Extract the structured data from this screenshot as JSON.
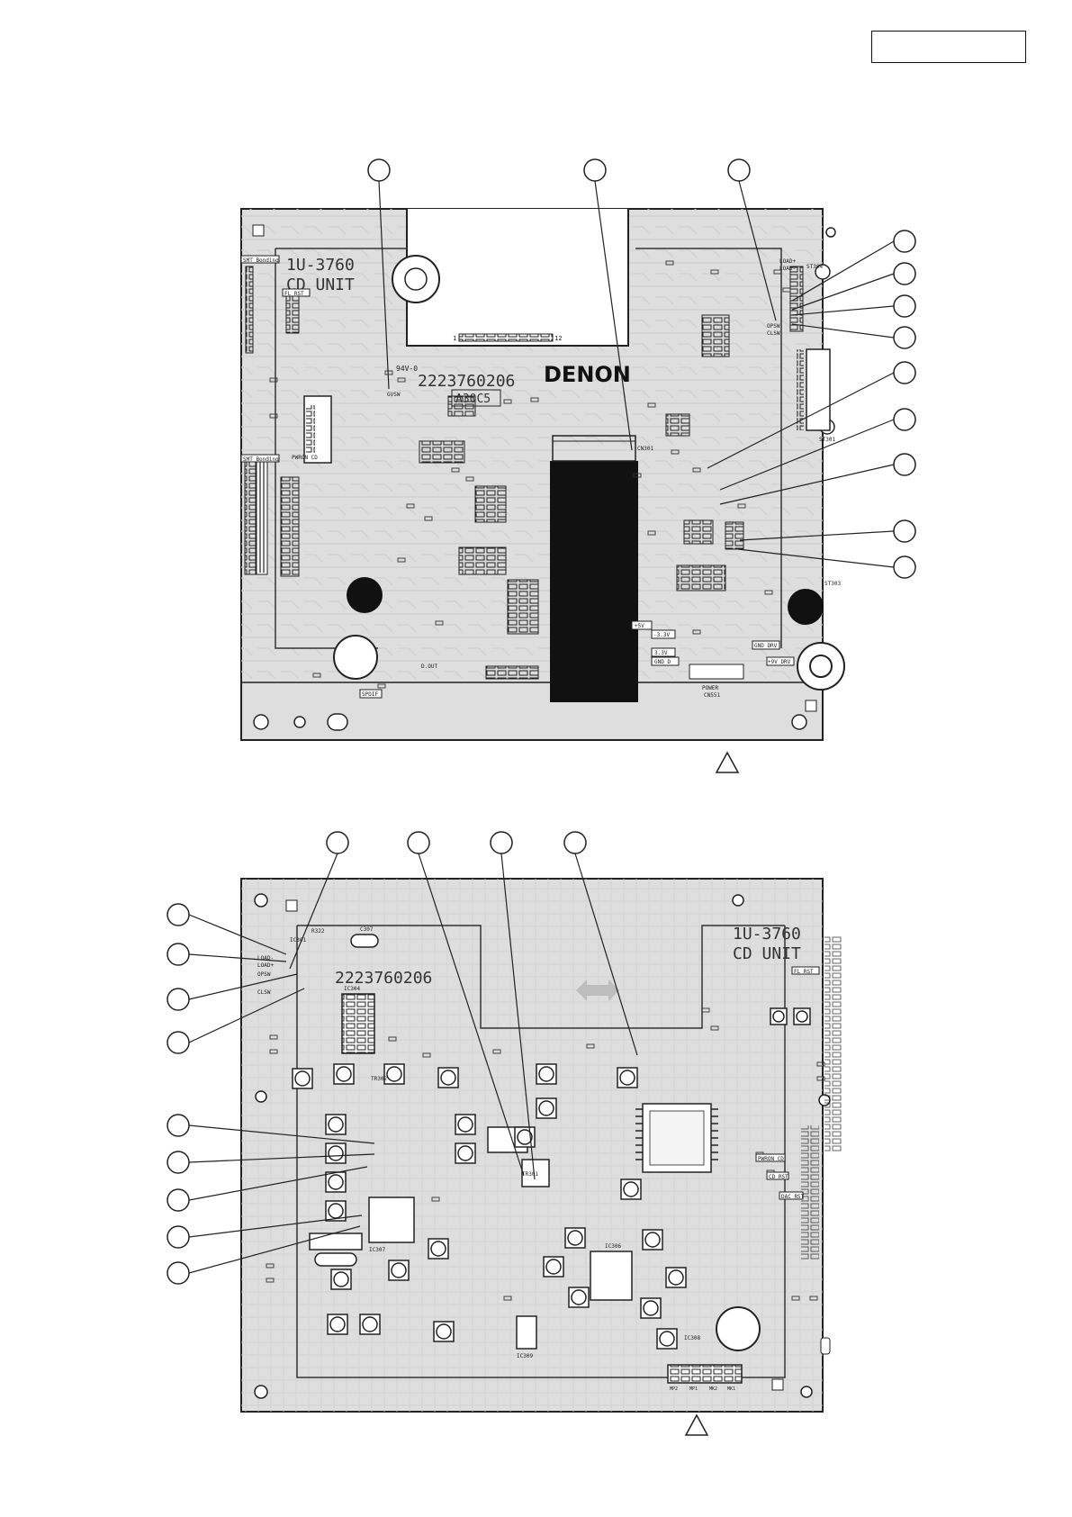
{
  "board_top": {
    "model": "1U-3760",
    "unit": "CD UNIT",
    "part_number": "2223760206",
    "rev": "A30C5",
    "brand": "DENON",
    "labels": {
      "smt_bonding_1": "SMT Bonding",
      "smt_bonding_2": "SMT Bonding",
      "fl_rst": "FL RST",
      "pwron_cd": "PWRON CD",
      "conn_start": "1",
      "conn_end": "12",
      "ul_mark": "94V-0",
      "plus5v": "+5V",
      "minus3v": "-3.3V",
      "plus3v": "3.3V",
      "gnd_d": "GND D",
      "gnd_drv": "GND DRV",
      "plus9v_drv": "+9V DRV",
      "spdif": "SPDIF",
      "d_out": "D.OUT",
      "power": "POWER",
      "cn551": "CN551",
      "cn301": "CN301",
      "st303": "ST303",
      "st301": "ST301",
      "st304": "ST304",
      "load_p": "LOAD+",
      "load_m": "LOAD-",
      "opsw": "OPSW",
      "clsw": "CLSW",
      "gvsw": "GVSW"
    }
  },
  "board_bottom": {
    "model": "1U-3760",
    "unit": "CD UNIT",
    "part_number": "2223760206",
    "labels": {
      "fl_rst": "FL RST",
      "pwron_cd": "PWRON CD",
      "cd_rst": "CD RST",
      "dac_rst": "DAC RST",
      "ic301": "IC301",
      "ic304": "IC304",
      "ic306": "IC306",
      "ic307": "IC307",
      "ic308": "IC308",
      "ic309": "IC309",
      "tr301": "TR301",
      "tr302": "TR302",
      "clk_mp2": "MP2",
      "clk_mp1": "MP1",
      "clk_mk2": "MK2",
      "clk_mk1": "MK1",
      "r322": "R322",
      "c307": "C307",
      "load_m": "LOAD-",
      "load_p": "LOAD+",
      "opsw": "OPSW",
      "clsw": "CLSW"
    }
  },
  "legend": {
    "box": ""
  }
}
